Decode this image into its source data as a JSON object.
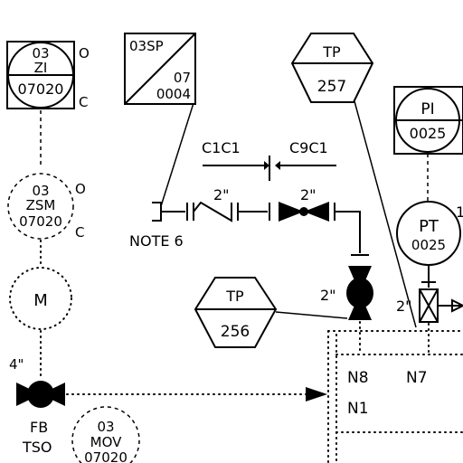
{
  "instruments": {
    "zi": {
      "top": "03",
      "mid": "ZI",
      "bottom": "07020"
    },
    "zi_labels": {
      "open": "O",
      "closed": "C"
    },
    "zsm": {
      "top": "03",
      "mid": "ZSM",
      "bottom": "07020"
    },
    "zsm_labels": {
      "open": "O",
      "closed": "C"
    },
    "motor": {
      "label": "M"
    },
    "sp": {
      "top": "03SP",
      "bottom1": "07",
      "bottom2": "0004"
    },
    "tp257": {
      "top": "TP",
      "bottom": "257"
    },
    "tp256": {
      "top": "TP",
      "bottom": "256"
    },
    "pi": {
      "top": "PI",
      "bottom": "0025"
    },
    "pt": {
      "top": "PT",
      "bottom": "0025",
      "side": "1"
    },
    "mov": {
      "top": "03",
      "mid": "MOV",
      "bottom": "07020"
    }
  },
  "lines": {
    "c1c1": "C1C1",
    "c9c1": "C9C1"
  },
  "notes": {
    "note6": "NOTE 6"
  },
  "sizes": {
    "check_valve": "2\"",
    "gate_valve": "2\"",
    "ball_valve": "2\"",
    "small_valve": "2\"",
    "fb_valve": "4\""
  },
  "fb_valve_labels": {
    "line1": "FB",
    "line2": "TSO"
  },
  "nozzles": {
    "n8": "N8",
    "n1": "N1",
    "n7": "N7"
  }
}
